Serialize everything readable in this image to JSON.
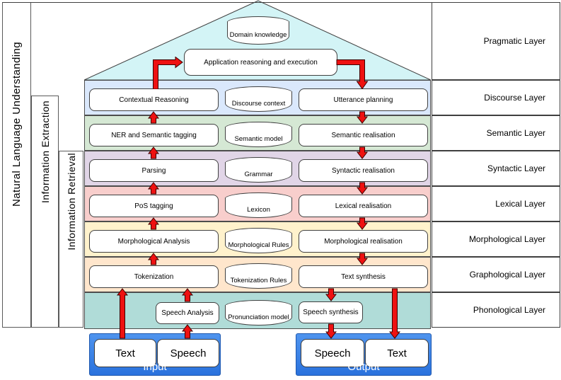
{
  "groups": {
    "nlu_label": "Natural Language Understanding",
    "ie_label": "Information Extraction",
    "ir_label": "Information Retrieval"
  },
  "pragmatic": {
    "layer_label": "Pragmatic Layer",
    "store": "Domain knowledge",
    "process": "Application reasoning and execution",
    "roof_color": "#d3f4f6"
  },
  "layers": [
    {
      "layer_label": "Discourse Layer",
      "analysis": "Contextual Reasoning",
      "store": "Discourse context",
      "generation": "Utterance planning",
      "color": "#dae8fc"
    },
    {
      "layer_label": "Semantic Layer",
      "analysis": "NER and Semantic tagging",
      "store": "Semantic model",
      "generation": "Semantic realisation",
      "color": "#d5e8d4"
    },
    {
      "layer_label": "Syntactic Layer",
      "analysis": "Parsing",
      "store": "Grammar",
      "generation": "Syntactic realisation",
      "color": "#e1d5e7"
    },
    {
      "layer_label": "Lexical Layer",
      "analysis": "PoS tagging",
      "store": "Lexicon",
      "generation": "Lexical realisation",
      "color": "#f8cecc"
    },
    {
      "layer_label": "Morphological Layer",
      "analysis": "Morphological Analysis",
      "store": "Morphological Rules",
      "generation": "Morphological realisation",
      "color": "#fff2cc"
    },
    {
      "layer_label": "Graphological Layer",
      "analysis": "Tokenization",
      "store": "Tokenization Rules",
      "generation": "Text synthesis",
      "color": "#ffe6cc"
    },
    {
      "layer_label": "Phonological Layer",
      "analysis": "Speech Analysis",
      "store": "Pronunciation model",
      "generation": "Speech synthesis",
      "color": "#b0dcd8"
    }
  ],
  "io": {
    "input": {
      "label": "Input",
      "items": [
        "Text",
        "Speech"
      ]
    },
    "output": {
      "label": "Output",
      "items": [
        "Speech",
        "Text"
      ]
    }
  },
  "colors": {
    "arrow_red": "#ee1111",
    "arrow_outline": "#3d0000",
    "io_blue": "#2f7fe6",
    "roof_cyan": "#d3f4f6"
  }
}
